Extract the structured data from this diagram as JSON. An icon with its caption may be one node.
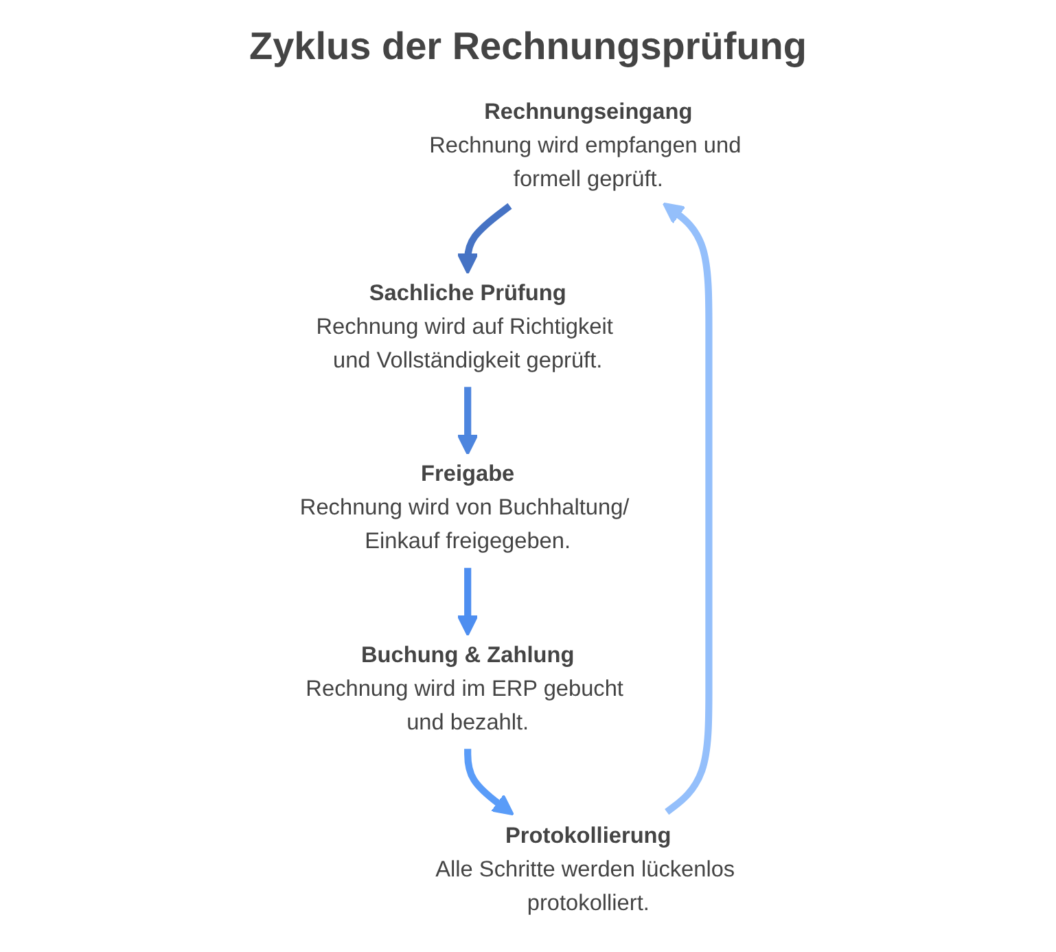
{
  "diagram": {
    "title": "Zyklus der Rechnungsprüfung",
    "nodes": [
      {
        "text": [
          "Rechnungseingang",
          "Rechnung wird empfangen und formell geprüft."
        ]
      },
      {
        "text": [
          "Sachliche Prüfung",
          "Rechnung wird auf Richtigkeit und Vollständigkeit geprüft."
        ]
      },
      {
        "text": [
          "Freigabe",
          "Rechnung wird von Buchhaltung/ Einkauf freigegeben."
        ]
      },
      {
        "text": [
          "Buchung & Zahlung",
          "Rechnung wird im ERP gebucht und bezahlt."
        ]
      },
      {
        "text": [
          "Protokollierung",
          "Alle Schritte werden lückenlos protokolliert."
        ]
      }
    ],
    "edges": [
      {
        "from": 0,
        "to": 1,
        "arrow": "to",
        "color": "#4673c4"
      },
      {
        "from": 1,
        "to": 2,
        "arrow": "to",
        "color": "#4d85de"
      },
      {
        "from": 2,
        "to": 3,
        "arrow": "to",
        "color": "#4e8ef0"
      },
      {
        "from": 3,
        "to": 4,
        "arrow": "to",
        "color": "#5a9cf8"
      },
      {
        "from": 4,
        "to": 0,
        "arrow": "to",
        "color": "#94bffb"
      }
    ]
  }
}
